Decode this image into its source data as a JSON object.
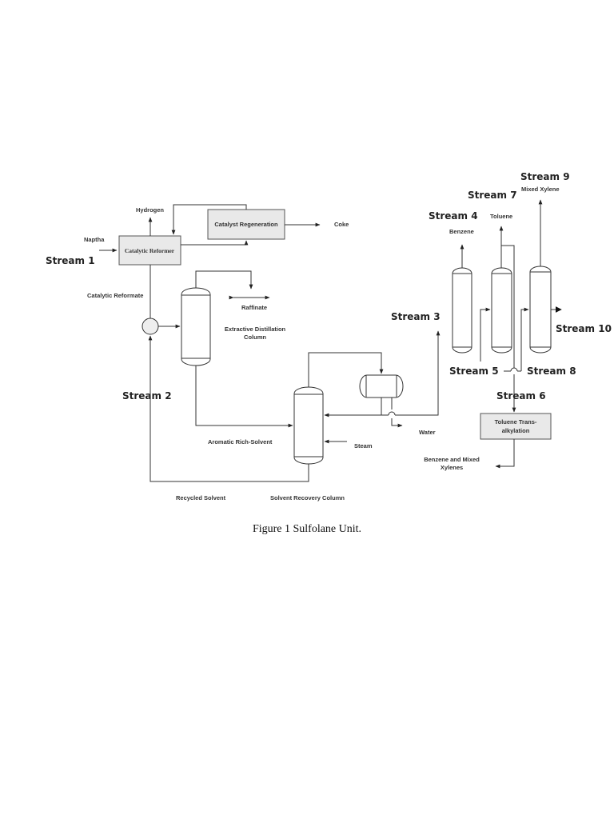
{
  "figure": {
    "caption": "Figure 1 Sulfolane Unit."
  },
  "units": {
    "catalytic_reformer": "Catalytic Reformer",
    "catalyst_regeneration": "Catalyst Regeneration",
    "extractive_column_line1": "Extractive Distillation",
    "extractive_column_line2": "Column",
    "solvent_recovery_column": "Solvent Recovery Column",
    "toluene_trans_line1": "Toluene Trans-",
    "toluene_trans_line2": "alkylation"
  },
  "flows": {
    "hydrogen": "Hydrogen",
    "naptha": "Naptha",
    "coke": "Coke",
    "catalytic_reformate": "Catalytic Reformate",
    "raffinate": "Raffinate",
    "aromatic_rich_solvent": "Aromatic Rich-Solvent",
    "steam": "Steam",
    "water": "Water",
    "recycled_solvent": "Recycled Solvent",
    "benzene": "Benzene",
    "toluene": "Toluene",
    "mixed_xylene": "Mixed Xylene",
    "benzene_mixed_xylenes_line1": "Benzene and Mixed",
    "benzene_mixed_xylenes_line2": "Xylenes"
  },
  "streams": {
    "s1": "Stream 1",
    "s2": "Stream 2",
    "s3": "Stream 3",
    "s4": "Stream 4",
    "s5": "Stream 5",
    "s6": "Stream 6",
    "s7": "Stream 7",
    "s8": "Stream 8",
    "s9": "Stream 9",
    "s10": "Stream 10"
  }
}
